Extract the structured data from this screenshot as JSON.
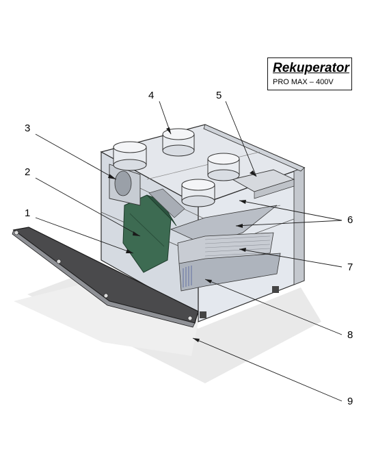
{
  "title": {
    "main": "Rekuperator",
    "sub": "PRO MAX – 400V"
  },
  "callouts": [
    "1",
    "2",
    "3",
    "4",
    "5",
    "6",
    "7",
    "8",
    "9"
  ],
  "colors": {
    "line": "#1a1a1a",
    "glass": "#dde2ea",
    "frame": "#c9cdd3",
    "exchanger_green": "#3d6b52",
    "door": "#4a4a4c",
    "shadow": "#e6e6e6"
  }
}
